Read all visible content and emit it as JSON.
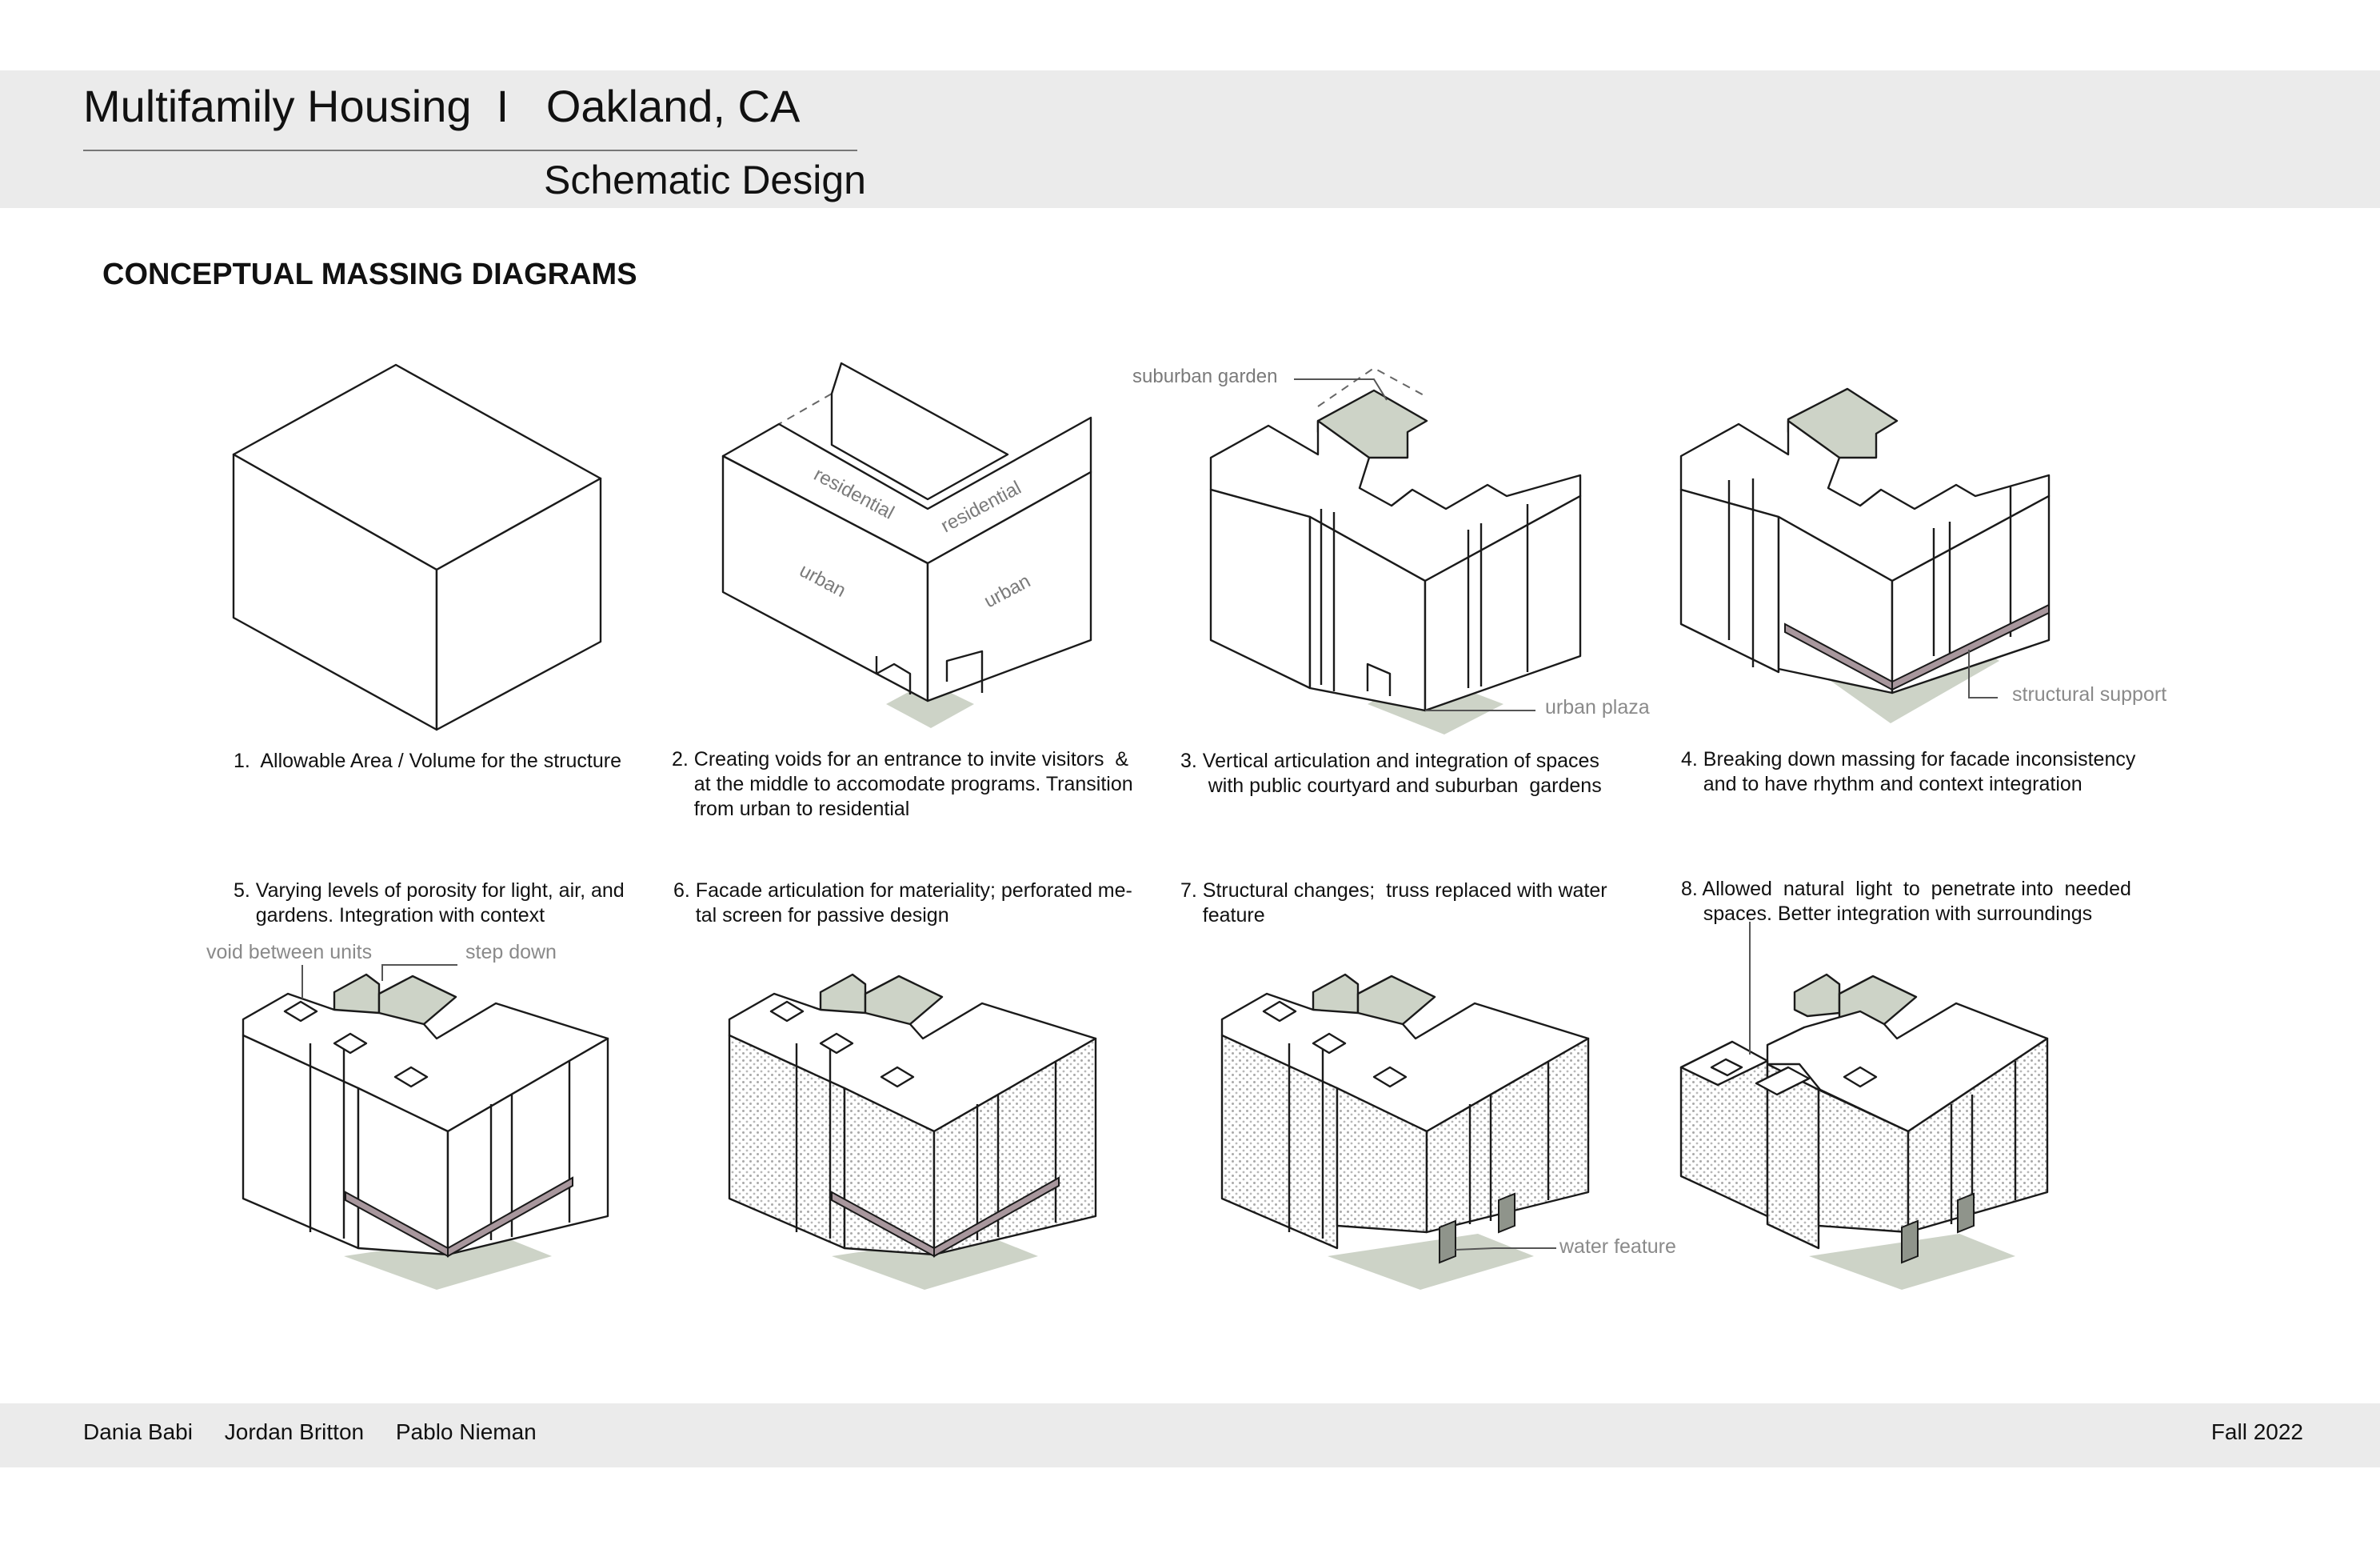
{
  "header": {
    "title": "Multifamily Housing  I   Oakland, CA",
    "subtitle": "Schematic Design"
  },
  "section_heading": "CONCEPTUAL MASSING DIAGRAMS",
  "diagrams": [
    {
      "caption": "1.  Allowable Area / Volume for the structure"
    },
    {
      "caption": "2. Creating voids for an entrance to invite visitors  &\n    at the middle to accomodate programs. Transition\n    from urban to residential",
      "labels": {
        "residential_left": "residential",
        "residential_right": "residential",
        "urban_left": "urban",
        "urban_right": "urban"
      }
    },
    {
      "caption": "3. Vertical articulation and integration of spaces\n     with public courtyard and suburban  gardens",
      "labels": {
        "suburban_garden": "suburban garden",
        "urban_plaza": "urban plaza"
      }
    },
    {
      "caption": "4. Breaking down massing for facade inconsistency\n    and to have rhythm and context integration",
      "labels": {
        "structural_support": "structural support"
      }
    },
    {
      "caption": "5. Varying levels of porosity for light, air, and\n    gardens. Integration with context",
      "labels": {
        "void_between_units": "void between units",
        "step_down": "step down"
      }
    },
    {
      "caption": "6. Facade articulation for materiality; perforated me-\n    tal screen for passive design"
    },
    {
      "caption": "7. Structural changes;  truss replaced with water\n    feature",
      "labels": {
        "water_feature": "water feature"
      }
    },
    {
      "caption": "8. Allowed  natural  light  to  penetrate into  needed\n    spaces. Better integration with surroundings"
    }
  ],
  "footer": {
    "authors": [
      "Dania Babi",
      "Jordan Britton",
      "Pablo Nieman"
    ],
    "term": "Fall 2022"
  },
  "colors": {
    "header_band": "#ebebeb",
    "ground_green": "#cdd3c7",
    "truss_mauve": "#a8979d",
    "label_gray": "#7a7a7a"
  }
}
